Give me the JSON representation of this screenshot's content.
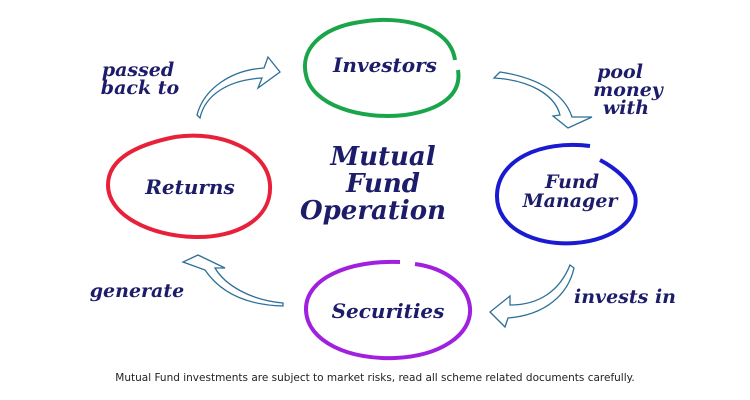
{
  "title_lines": [
    "Mutual",
    "Fund",
    "Operation"
  ],
  "nodes": {
    "investors": {
      "label": "Investors",
      "color": "#1aa54a"
    },
    "fund_manager": {
      "label_lines": [
        "Fund",
        "Manager"
      ],
      "color": "#1a1ad0"
    },
    "securities": {
      "label": "Securities",
      "color": "#a020e0"
    },
    "returns": {
      "label": "Returns",
      "color": "#e8213a"
    }
  },
  "edges": {
    "investors_to_manager": [
      "pool",
      "money",
      "with"
    ],
    "manager_to_securities": "invests in",
    "securities_to_returns": "generate",
    "returns_to_investors": [
      "passed",
      "back to"
    ]
  },
  "disclaimer": "Mutual Fund investments are subject to market risks, read all scheme related documents carefully."
}
